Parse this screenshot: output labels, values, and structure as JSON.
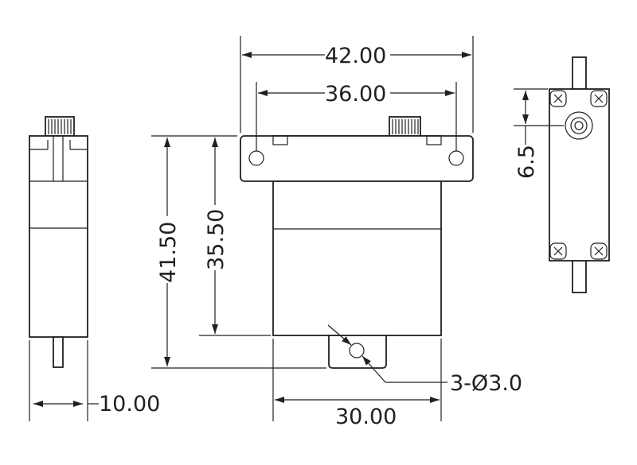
{
  "dimensions": {
    "overall_width": "42.00",
    "hole_spacing": "36.00",
    "total_height": "41.50",
    "body_height": "35.50",
    "body_width": "30.00",
    "depth": "10.00",
    "shaft_offset": "6.5",
    "hole_callout": "3-Ø3.0"
  },
  "colors": {
    "line": "#231f20",
    "background": "#ffffff"
  }
}
